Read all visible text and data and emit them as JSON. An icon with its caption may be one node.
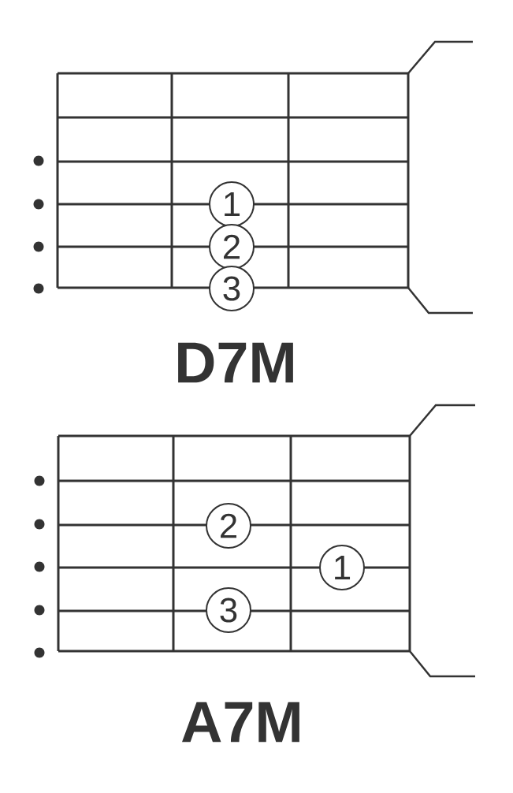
{
  "diagram": {
    "nodes": [
      {
        "text": [
          "1"
        ]
      },
      {
        "text": [
          "2"
        ]
      },
      {
        "text": [
          "3"
        ]
      },
      {
        "text": [
          "2"
        ]
      },
      {
        "text": [
          "1"
        ]
      },
      {
        "text": [
          "3"
        ]
      }
    ],
    "labels": [
      "D7M",
      "A7M"
    ]
  }
}
